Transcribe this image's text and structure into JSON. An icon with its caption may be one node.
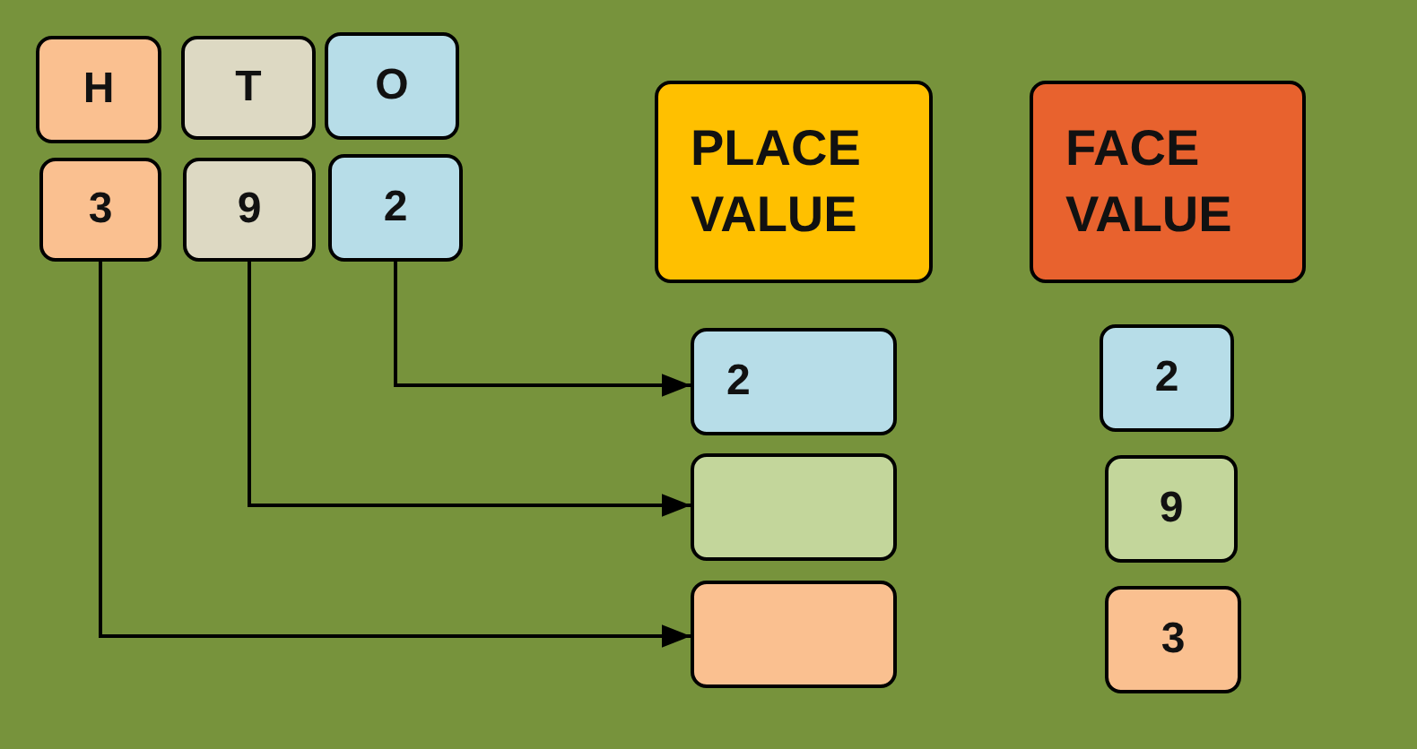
{
  "diagram": {
    "nodes": [
      {
        "text": [
          "H"
        ]
      },
      {
        "text": [
          "T"
        ]
      },
      {
        "text": [
          "O"
        ]
      },
      {
        "text": [
          "3"
        ]
      },
      {
        "text": [
          "9"
        ]
      },
      {
        "text": [
          "2"
        ]
      },
      {
        "text": [
          "PLACE VALUE"
        ]
      },
      {
        "text": [
          "FACE VALUE"
        ]
      },
      {
        "text": [
          "2"
        ]
      },
      {
        "text": [],
        "shape": "box"
      },
      {
        "text": [],
        "shape": "box"
      },
      {
        "text": [
          "2"
        ]
      },
      {
        "text": [
          "9"
        ]
      },
      {
        "text": [
          "3"
        ]
      }
    ],
    "edges": [
      {
        "from": 5,
        "to": 8,
        "arrow": "to"
      },
      {
        "from": 4,
        "to": 9,
        "arrow": "to"
      },
      {
        "from": 3,
        "to": 10,
        "arrow": "to"
      }
    ]
  }
}
